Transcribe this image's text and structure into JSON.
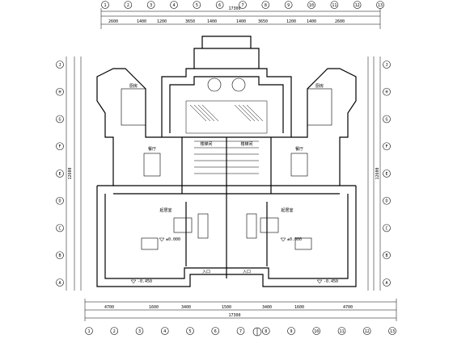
{
  "drawing": {
    "top_overall_dim": "17300",
    "bottom_overall_dim": "17300",
    "left_overall_dim": "12600",
    "right_overall_dim": "12600",
    "top_dims": [
      "2600",
      "1400",
      "1200",
      "3650",
      "1400",
      "1400",
      "3650",
      "1200",
      "1400",
      "2600"
    ],
    "bottom_dims": [
      "4700",
      "1600",
      "3400",
      "1500",
      "3400",
      "1600",
      "4700"
    ],
    "top_grid_labels": [
      "1",
      "2",
      "3",
      "4",
      "5",
      "6",
      "7",
      "8",
      "9",
      "10",
      "11",
      "12",
      "13"
    ],
    "bottom_grid_labels": [
      "1",
      "2",
      "3",
      "4",
      "5",
      "6",
      "7",
      "8",
      "9",
      "10",
      "11",
      "12",
      "13"
    ],
    "left_grid_labels": [
      "A",
      "B",
      "C",
      "D",
      "E",
      "F",
      "G",
      "H",
      "J"
    ],
    "right_grid_labels": [
      "A",
      "B",
      "C",
      "D",
      "E",
      "F",
      "G",
      "H",
      "J"
    ],
    "room_labels": [
      "餐厅",
      "餐厅",
      "起居室",
      "起居室",
      "厨房",
      "厨房",
      "楼梯间",
      "楼梯间",
      "入口",
      "入口"
    ],
    "elevation_marks": [
      "±0.000",
      "±0.000",
      "-0.450",
      "-0.450"
    ]
  }
}
